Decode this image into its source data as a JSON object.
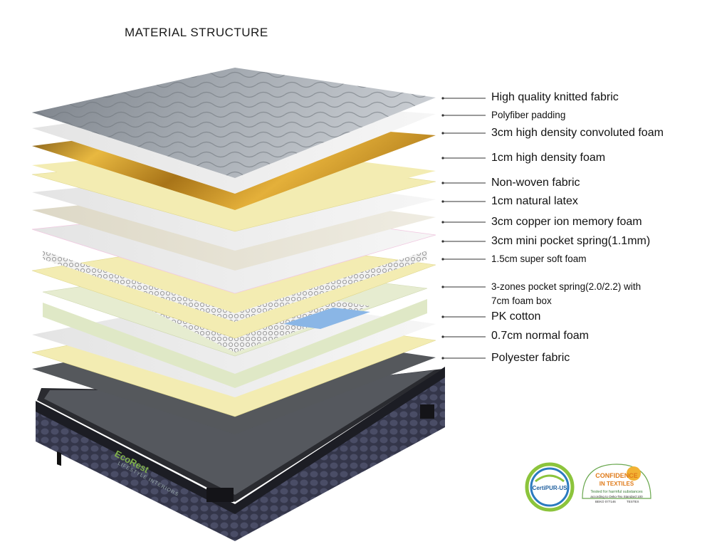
{
  "title": "MATERIAL STRUCTURE",
  "layers": [
    {
      "label": "High quality knitted fabric",
      "size": "normal"
    },
    {
      "label": "Polyfiber padding",
      "size": "small"
    },
    {
      "label": "3cm high density convoluted foam",
      "size": "normal"
    },
    {
      "label": "1cm high density foam",
      "size": "normal"
    },
    {
      "label": "Non-woven fabric",
      "size": "normal"
    },
    {
      "label": "1cm natural latex",
      "size": "normal"
    },
    {
      "label": "3cm copper ion memory foam",
      "size": "normal"
    },
    {
      "label": "3cm mini pocket spring(1.1mm)",
      "size": "normal"
    },
    {
      "label": "1.5cm super soft foam",
      "size": "small"
    },
    {
      "label": "3-zones pocket spring(2.0/2.2) with",
      "label2": "7cm foam box",
      "size": "multi"
    },
    {
      "label": "PK cotton",
      "size": "normal"
    },
    {
      "label": "0.7cm normal foam",
      "size": "normal"
    },
    {
      "label": "Polyester fabric",
      "size": "normal"
    }
  ],
  "brand": {
    "name": "EcoRest",
    "tagline": "LIFESTYLE INTERIORS"
  },
  "certifications": [
    {
      "name": "CertiPUR-US",
      "text": "CertiPUR-US"
    },
    {
      "name": "Oeko-Tex",
      "line1": "CONFIDENCE",
      "line2": "IN TEXTILES",
      "line3": "Tested for harmful substances",
      "line4": "according to Oeko-Tex Standard 100",
      "line5": "BEKO 077146",
      "line6": "TESTEX"
    }
  ],
  "colors": {
    "yellow": "#f3ecb2",
    "gold": "#c8982a",
    "grey_fabric": "#8d939b",
    "mattress_body": "#2c2e3a"
  }
}
